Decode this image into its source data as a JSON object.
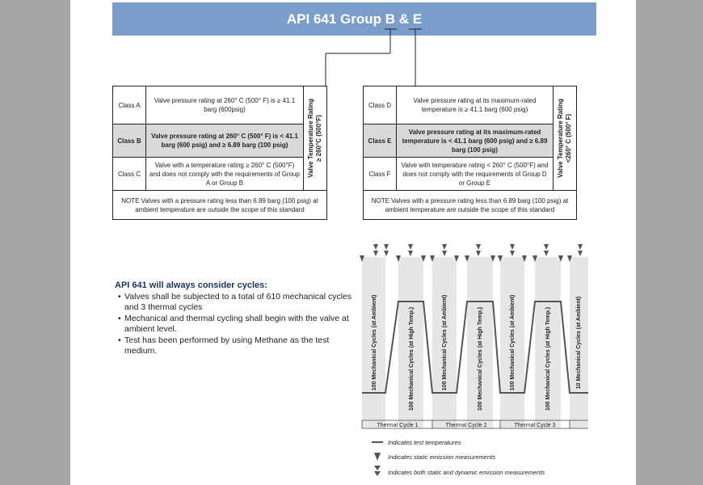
{
  "banner_title": "API 641 Group B & E",
  "table_left": {
    "rows": [
      {
        "class": "Class A",
        "text": "Valve pressure rating at 260° C (500° F) is ≥ 41.1 barg (600psig)"
      },
      {
        "class": "Class B",
        "text": "Valve pressure rating at 260° C (500° F) is < 41.1 barg (600 psig) and ≥ 6.89 barg (100 psig)"
      },
      {
        "class": "Class C",
        "text": "Valve with a temperature rating ≥ 260° C (500°F) and does not comply with the requirements of Group A or Group B"
      }
    ],
    "side_label_1": "Valve Temperature Rating",
    "side_label_2": "≥ 260°C (500°F)",
    "note": "NOTE Valves with a pressure rating less than 6.89 barg (100 psig) at ambient temperature are outside the scope of this standard"
  },
  "table_right": {
    "rows": [
      {
        "class": "Class D",
        "text": "Valve pressure rating at its maximum-rated temperature is ≥ 41.1 barg (600 psig)"
      },
      {
        "class": "Class E",
        "text": "Valve pressure rating at its maximum-rated temperature is < 41.1 barg (600 psig) and ≥ 6.89 barg (100 psig)"
      },
      {
        "class": "Class F",
        "text": "Valve with temperature rating < 260° C (500°F) and does not comply with the requirements of Group D or Group E"
      }
    ],
    "side_label_1": "Valve Temperature Rating",
    "side_label_2": "<260° C (500° F)",
    "note": "NOTE Valves with a pressure rating less than 6.89 barg (100 psig) at ambient temperature are outside the scope of this standard"
  },
  "cycles": {
    "heading": "API 641 will always consider cycles:",
    "bullets": [
      "Valves shall be subjected to a total of 610 mechanical cycles and 3 thermal cycles",
      "Mechanical and thermal cycling shall begin with the valve at ambient level.",
      "Test has been performed by using Methane as the test medium."
    ]
  },
  "diagram": {
    "ambient_label": "100 Mechanical Cycles (at Ambient)",
    "hightemp_label": "100 Mechanical Cycles (at High Temp.)",
    "ambient_last_label": "10 Mechanical Cycles (at Ambient)",
    "thermal_cycles": [
      "Thermal Cycle 1",
      "Thermal Cycle 2",
      "Thermal Cycle 3"
    ],
    "legend": [
      {
        "icon": "line-icon",
        "text": "Indicates test temperatures"
      },
      {
        "icon": "triangle-icon",
        "text": "Indicates static emission measurements"
      },
      {
        "icon": "double-triangle-icon",
        "text": "Indicates both static and dynamic emission measurements"
      }
    ]
  },
  "colors": {
    "banner": "#7b9dc9",
    "heading": "#17375e",
    "shade": "#d9d9d9",
    "column": "#e6e6e6"
  }
}
